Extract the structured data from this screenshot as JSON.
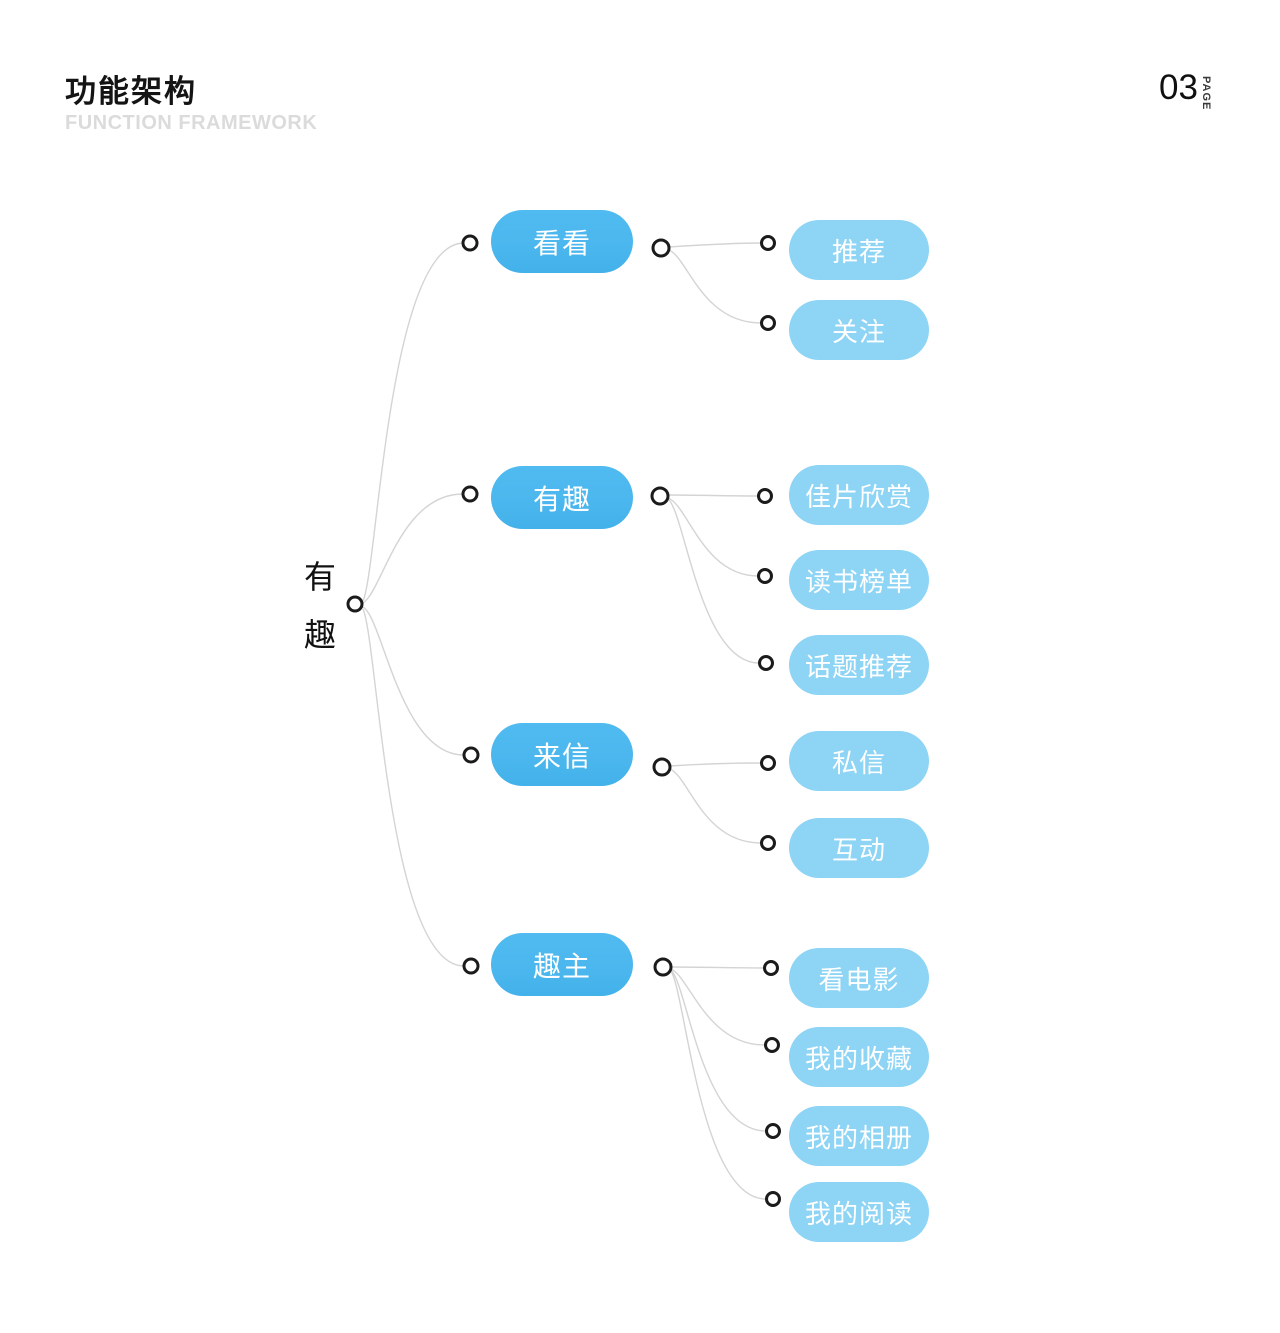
{
  "header": {
    "title": "功能架构",
    "subtitle": "FUNCTION FRAMEWORK",
    "page_number": "03",
    "page_label": "PAGE"
  },
  "colors": {
    "primary": "#4BB7EE",
    "secondary": "#8DD4F5",
    "line": "#D4D4D4",
    "dot_stroke": "#1B1B1B",
    "subtitle": "#DBDBDB"
  },
  "tree": {
    "root": {
      "label": "有趣"
    },
    "branches": [
      {
        "label": "看看",
        "children": [
          "推荐",
          "关注"
        ]
      },
      {
        "label": "有趣",
        "children": [
          "佳片欣赏",
          "读书榜单",
          "话题推荐"
        ]
      },
      {
        "label": "来信",
        "children": [
          "私信",
          "互动"
        ]
      },
      {
        "label": "趣主",
        "children": [
          "看电影",
          "我的收藏",
          "我的相册",
          "我的阅读"
        ]
      }
    ]
  }
}
